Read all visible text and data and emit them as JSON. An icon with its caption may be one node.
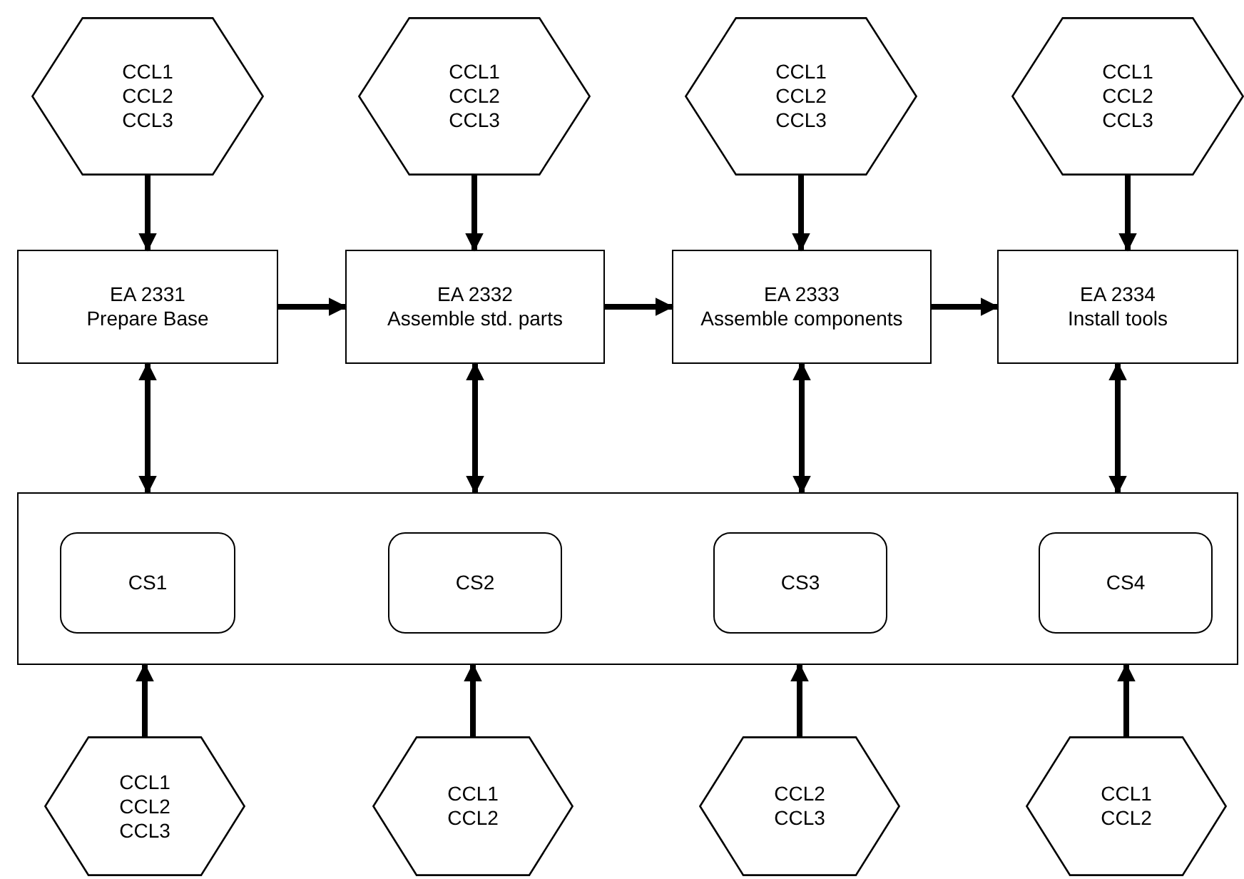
{
  "diagram": {
    "nodes": [
      {
        "text": [
          "CCL1",
          "CCL2",
          "CCL3"
        ]
      },
      {
        "text": [
          "CCL1",
          "CCL2",
          "CCL3"
        ]
      },
      {
        "text": [
          "CCL1",
          "CCL2",
          "CCL3"
        ]
      },
      {
        "text": [
          "CCL1",
          "CCL2",
          "CCL3"
        ]
      },
      {
        "text": [
          "EA 2331",
          "Prepare Base"
        ]
      },
      {
        "text": [
          "EA 2332",
          "Assemble std. parts"
        ]
      },
      {
        "text": [
          "EA 2333",
          "Assemble components"
        ]
      },
      {
        "text": [
          "EA 2334",
          "Install tools"
        ]
      },
      {
        "text": [],
        "shape": "box"
      },
      {
        "text": [
          "CS1"
        ],
        "in": 8
      },
      {
        "text": [
          "CS2"
        ],
        "in": 8
      },
      {
        "text": [
          "CS3"
        ],
        "in": 8
      },
      {
        "text": [
          "CS4"
        ],
        "in": 8
      },
      {
        "text": [
          "CCL1",
          "CCL2",
          "CCL3"
        ]
      },
      {
        "text": [
          "CCL1",
          "CCL2"
        ]
      },
      {
        "text": [
          "CCL2",
          "CCL3"
        ]
      },
      {
        "text": [
          "CCL1",
          "CCL2"
        ]
      }
    ],
    "edges": [
      {
        "from": 0,
        "to": 4,
        "arrow": "to"
      },
      {
        "from": 1,
        "to": 5,
        "arrow": "to"
      },
      {
        "from": 2,
        "to": 6,
        "arrow": "to"
      },
      {
        "from": 3,
        "to": 7,
        "arrow": "to"
      },
      {
        "from": 4,
        "to": 5,
        "arrow": "to"
      },
      {
        "from": 5,
        "to": 6,
        "arrow": "to"
      },
      {
        "from": 6,
        "to": 7,
        "arrow": "to"
      },
      {
        "from": 4,
        "to": 8,
        "arrow": "both"
      },
      {
        "from": 5,
        "to": 8,
        "arrow": "both"
      },
      {
        "from": 6,
        "to": 8,
        "arrow": "both"
      },
      {
        "from": 7,
        "to": 8,
        "arrow": "both"
      },
      {
        "from": 13,
        "to": 8,
        "arrow": "to"
      },
      {
        "from": 14,
        "to": 8,
        "arrow": "to"
      },
      {
        "from": 15,
        "to": 8,
        "arrow": "to"
      },
      {
        "from": 16,
        "to": 8,
        "arrow": "to"
      }
    ]
  }
}
